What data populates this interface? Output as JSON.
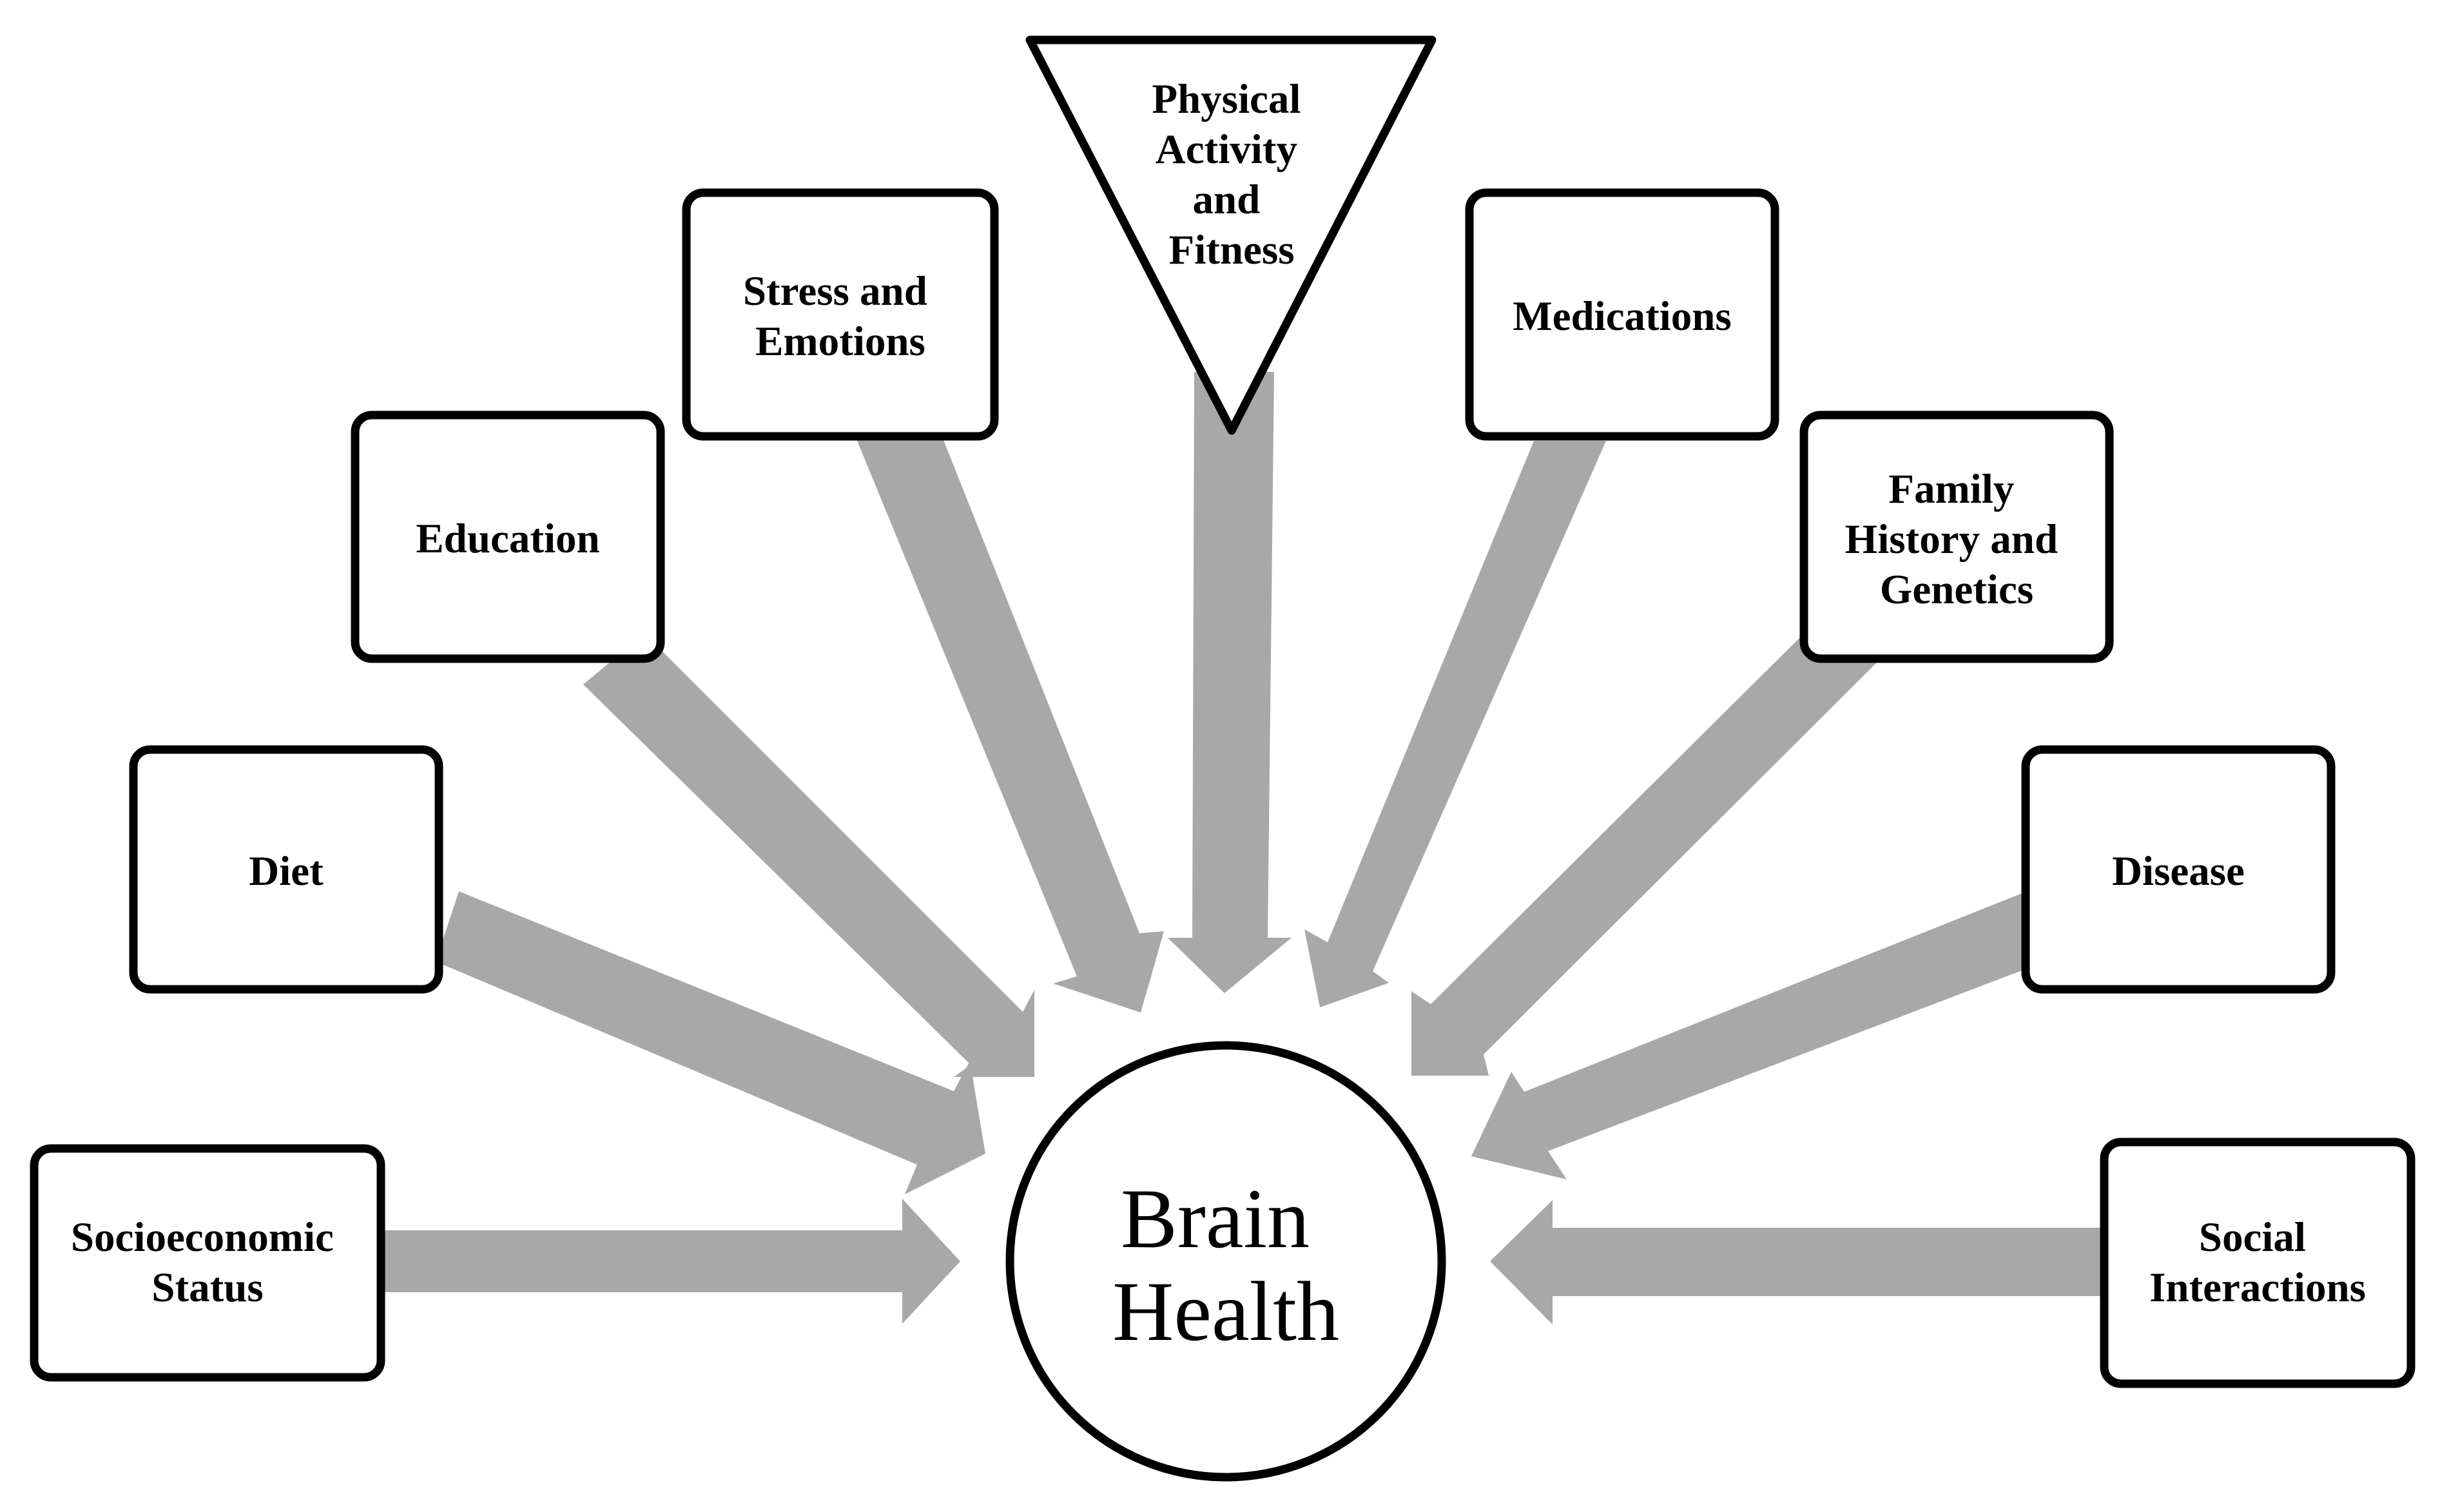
{
  "center": {
    "label_lines": [
      "Brain",
      "Health"
    ]
  },
  "factors": [
    {
      "id": "socioeconomic-status",
      "shape": "box",
      "label_lines": [
        "Socioeconomic",
        "Status"
      ]
    },
    {
      "id": "diet",
      "shape": "box",
      "label_lines": [
        "Diet"
      ]
    },
    {
      "id": "education",
      "shape": "box",
      "label_lines": [
        "Education"
      ]
    },
    {
      "id": "stress-and-emotions",
      "shape": "box",
      "label_lines": [
        "Stress and",
        "Emotions"
      ]
    },
    {
      "id": "physical-activity-and-fitness",
      "shape": "triangle",
      "label_lines": [
        "Physical",
        "Activity",
        "and",
        "Fitness"
      ]
    },
    {
      "id": "medications",
      "shape": "box",
      "label_lines": [
        "Medications"
      ]
    },
    {
      "id": "family-history-and-genetics",
      "shape": "box",
      "label_lines": [
        "Family",
        "History and",
        "Genetics"
      ]
    },
    {
      "id": "disease",
      "shape": "box",
      "label_lines": [
        "Disease"
      ]
    },
    {
      "id": "social-interactions",
      "shape": "box",
      "label_lines": [
        "Social",
        "Interactions"
      ]
    }
  ],
  "colors": {
    "arrow": "#a8a8a8",
    "outline": "#000000",
    "fill": "#ffffff"
  }
}
